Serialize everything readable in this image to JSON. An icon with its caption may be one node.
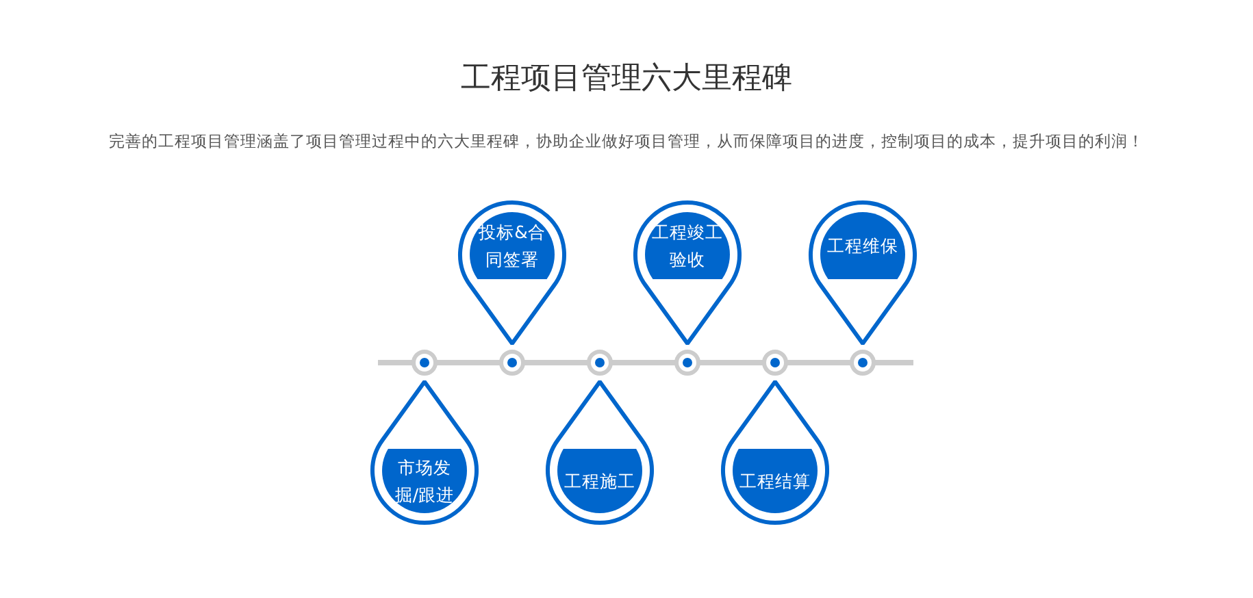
{
  "diagram": {
    "title": "工程项目管理六大里程碑",
    "nodes": [
      {
        "text": [
          "市场发掘/跟进"
        ]
      },
      {
        "text": [
          "投标&合同签署"
        ]
      },
      {
        "text": [
          "工程施工"
        ]
      },
      {
        "text": [
          "工程竣工验收"
        ]
      },
      {
        "text": [
          "工程结算"
        ]
      },
      {
        "text": [
          "工程维保"
        ]
      }
    ],
    "edges": [],
    "labels": [
      "完善的工程项目管理涵盖了项目管理过程中的六大里程碑，协助企业做好项目管理，从而保障项目的进度，控制项目的成本，提升项目的利润！"
    ]
  }
}
